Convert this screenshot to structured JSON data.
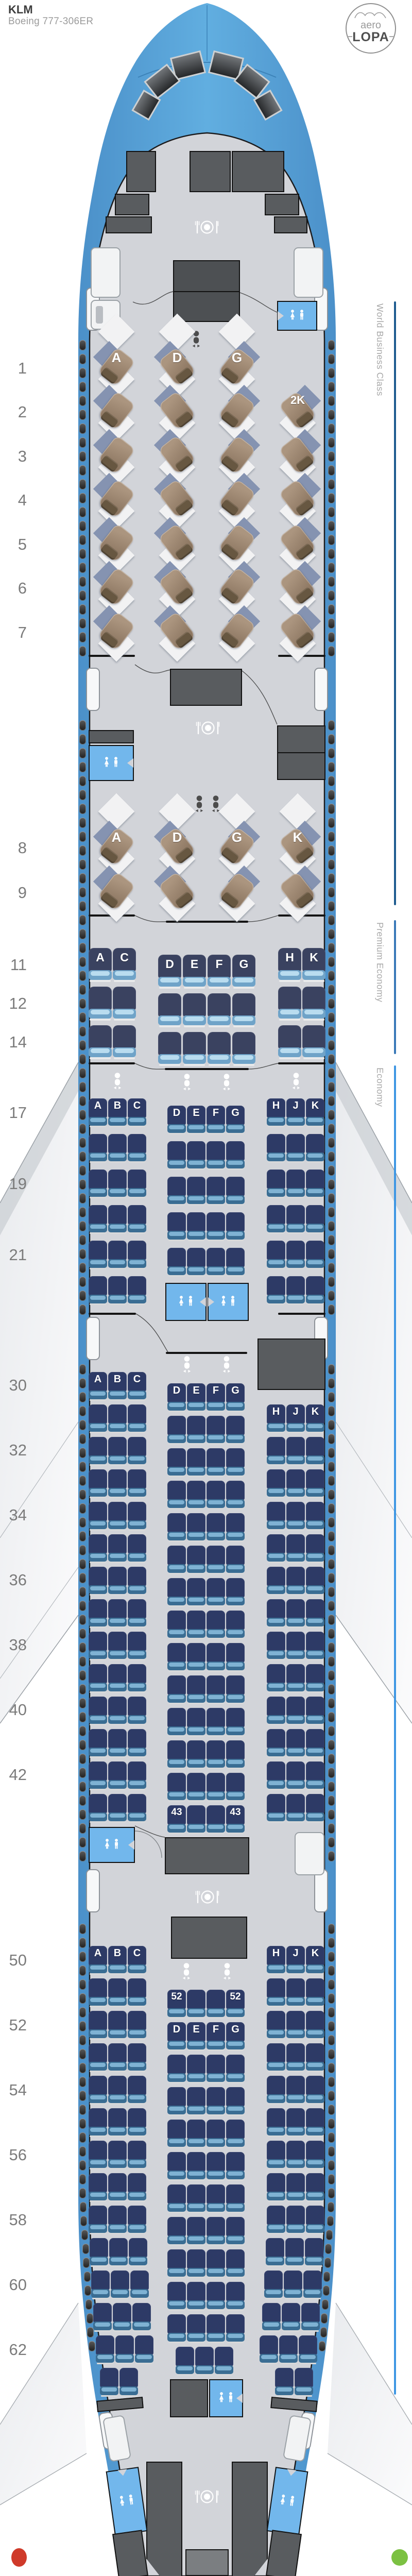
{
  "header": {
    "airline": "KLM",
    "aircraft": "Boeing 777-306ER"
  },
  "logo": {
    "top": "aero",
    "bottom": "LOPA"
  },
  "sections": [
    {
      "id": "wbc",
      "label": "World Business Class",
      "line_color": "#1f5c90"
    },
    {
      "id": "pe",
      "label": "Premium Economy",
      "line_color": "#3a79b8"
    },
    {
      "id": "eco",
      "label": "Economy",
      "line_color": "#3f97e3"
    }
  ],
  "row_numbers": [
    1,
    2,
    3,
    4,
    5,
    6,
    7,
    8,
    9,
    11,
    12,
    14,
    17,
    19,
    21,
    30,
    32,
    34,
    36,
    38,
    40,
    42,
    50,
    52,
    54,
    56,
    58,
    60,
    62
  ],
  "seat_letters": {
    "business": [
      "A",
      "D",
      "G",
      "K"
    ],
    "business_front_row": [
      "A",
      "D",
      "G"
    ],
    "premium": [
      "A",
      "C",
      "D",
      "E",
      "F",
      "G",
      "H",
      "K"
    ],
    "economy_left": [
      "A",
      "B",
      "C"
    ],
    "economy_center": [
      "D",
      "E",
      "F",
      "G"
    ],
    "economy_right": [
      "H",
      "J",
      "K"
    ]
  },
  "special_seat_labels": [
    "2K",
    "43",
    "52"
  ],
  "icons": [
    "lavatory-icon",
    "galley-dining-icon",
    "bassinet-icon",
    "cockpit-windows"
  ],
  "colors": {
    "fuselage": "#539fd8",
    "cabin_floor": "#d2d4d9",
    "business_seat": "#9c866f",
    "premium_seat": "#3a4260",
    "economy_seat": "#2d3a66",
    "lavatory": "#72b7ec",
    "galley": "#595c5f",
    "nav_light_red": "#cf3a2a",
    "nav_light_green": "#7cc142"
  }
}
